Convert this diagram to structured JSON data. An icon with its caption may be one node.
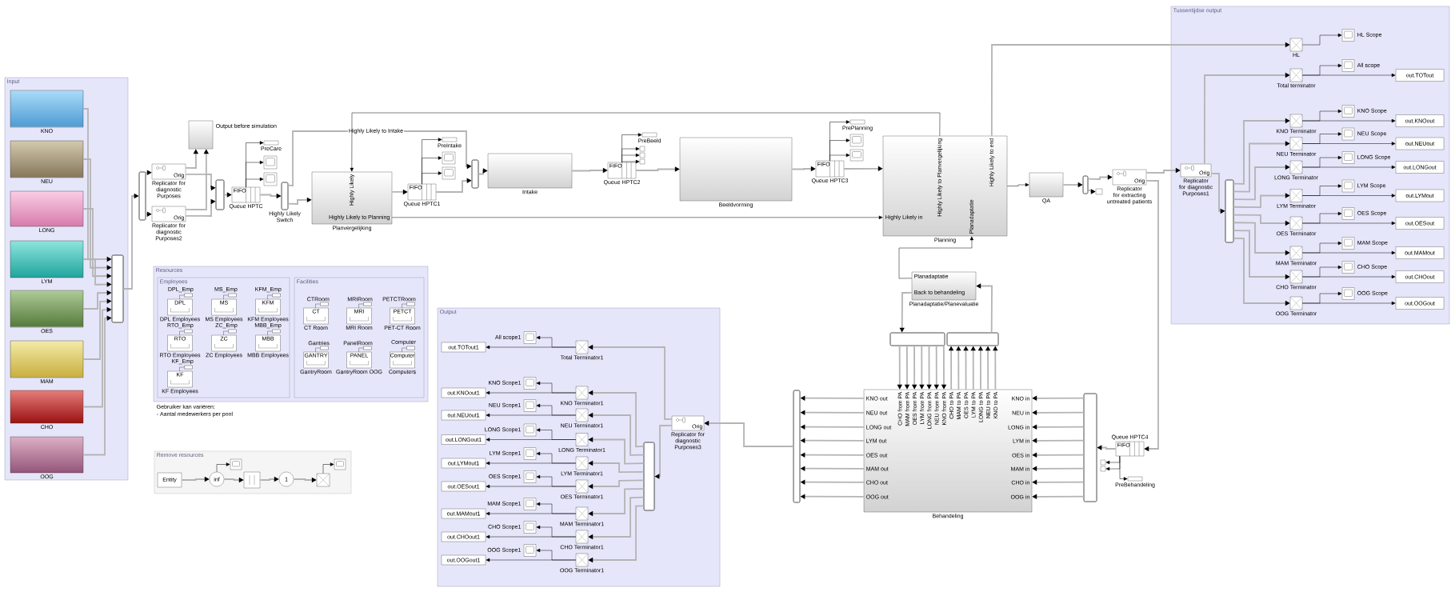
{
  "diagram": {
    "nodes": [
      {
        "text": [
          "Input"
        ]
      },
      {
        "text": [
          "KNO"
        ],
        "in": 0
      },
      {
        "text": [
          "NEU"
        ],
        "in": 0
      },
      {
        "text": [
          "LONG"
        ],
        "in": 0
      },
      {
        "text": [
          "LYM"
        ],
        "in": 0
      },
      {
        "text": [
          "OES"
        ],
        "in": 0
      },
      {
        "text": [
          "MAM"
        ],
        "in": 0
      },
      {
        "text": [
          "CHO"
        ],
        "in": 0
      },
      {
        "text": [
          "OOG"
        ],
        "in": 0
      },
      {
        "text": [],
        "shape": "bar",
        "in": 0
      },
      {
        "text": [],
        "shape": "bar"
      },
      {
        "text": [
          "Orig",
          "Replicator for diagnostic Purposes"
        ]
      },
      {
        "text": [
          "Orig",
          "Replicator for diagnostic Purposes2"
        ]
      },
      {
        "text": [
          "Output before simulation"
        ]
      },
      {
        "text": [],
        "shape": "bar"
      },
      {
        "text": [
          "FIFO",
          "Queue HPTC"
        ]
      },
      {
        "text": [
          "PreCare"
        ]
      },
      {
        "text": [],
        "shape": "box"
      },
      {
        "text": [],
        "shape": "box"
      },
      {
        "text": [
          "Highly Likely Switch"
        ]
      },
      {
        "text": [
          "Highly Likely",
          "Highly Likely to Planning",
          "Planvergelijking"
        ]
      },
      {
        "text": [
          "FIFO",
          "Queue HPTC1"
        ]
      },
      {
        "text": [
          "PreIntake"
        ]
      },
      {
        "text": [],
        "shape": "box"
      },
      {
        "text": [],
        "shape": "box"
      },
      {
        "text": [],
        "shape": "bar"
      },
      {
        "text": [
          "Intake"
        ]
      },
      {
        "text": [
          "FIFO",
          "Queue HPTC2"
        ]
      },
      {
        "text": [
          "PreBeeld"
        ]
      },
      {
        "text": [
          "Beeldvorming"
        ]
      },
      {
        "text": [
          "FIFO",
          "Queue HPTC3"
        ]
      },
      {
        "text": [
          "PrePlanning"
        ]
      },
      {
        "text": [],
        "shape": "box"
      },
      {
        "text": [],
        "shape": "box"
      },
      {
        "text": [
          "Highly Likely to Planvergelijking",
          "Highly Likely to end",
          "Highly Likely in",
          "Planadaptatie",
          "Planning"
        ]
      },
      {
        "text": [
          "QA"
        ]
      },
      {
        "text": [],
        "shape": "bar"
      },
      {
        "text": [],
        "shape": "box"
      },
      {
        "text": [
          "Orig",
          "Replicator for extracting untreated patients"
        ]
      },
      {
        "text": [
          "Planadaptatie",
          "Back to behandeling",
          "Planadaptatie/Planevaluatie"
        ]
      },
      {
        "text": [],
        "shape": "bar"
      },
      {
        "text": [],
        "shape": "bar"
      },
      {
        "text": [
          "CHO from PA",
          "MAM from PA",
          "OES from PA",
          "LYM from PA",
          "LONG from PA",
          "NEU from PA",
          "KNO from PA",
          "CHO to PA",
          "MAM to PA",
          "OES to PA",
          "LYM to PA",
          "LONG to PA",
          "NEU to PA",
          "KNO to PA",
          "KNO out",
          "NEU out",
          "LONG out",
          "LYM out",
          "OES out",
          "MAM out",
          "CHO out",
          "OOG out",
          "KNO in",
          "NEU in",
          "LONG in",
          "LYM in",
          "OES in",
          "MAM in",
          "CHO in",
          "OOG in",
          "Behandeling"
        ]
      },
      {
        "text": [],
        "shape": "bar"
      },
      {
        "text": [],
        "shape": "bar"
      },
      {
        "text": [
          "Queue HPTC4",
          "FIFO"
        ]
      },
      {
        "text": [
          "PreBehandeling"
        ]
      },
      {
        "text": [
          "Tussentijdse output"
        ]
      },
      {
        "text": [
          "Orig",
          "Replicator for diagnostic Purposes1"
        ],
        "in": 47
      },
      {
        "text": [],
        "shape": "bar",
        "in": 47
      },
      {
        "text": [
          "HL"
        ],
        "in": 47
      },
      {
        "text": [
          "Total terminator"
        ],
        "in": 47
      },
      {
        "text": [
          "KNO Terminator"
        ],
        "in": 47
      },
      {
        "text": [
          "NEU Terminator"
        ],
        "in": 47
      },
      {
        "text": [
          "LONG Terminator"
        ],
        "in": 47
      },
      {
        "text": [
          "LYM Terminator"
        ],
        "in": 47
      },
      {
        "text": [
          "OES Terminator"
        ],
        "in": 47
      },
      {
        "text": [
          "MAM Terminator"
        ],
        "in": 47
      },
      {
        "text": [
          "CHO Terminator"
        ],
        "in": 47
      },
      {
        "text": [
          "OOG Terminator"
        ],
        "in": 47
      },
      {
        "text": [
          "HL Scope"
        ],
        "in": 47
      },
      {
        "text": [
          "All scope"
        ],
        "in": 47
      },
      {
        "text": [
          "KNO Scope"
        ],
        "in": 47
      },
      {
        "text": [
          "NEU Scope"
        ],
        "in": 47
      },
      {
        "text": [
          "LONG Scope"
        ],
        "in": 47
      },
      {
        "text": [
          "LYM Scope"
        ],
        "in": 47
      },
      {
        "text": [
          "OES Scope"
        ],
        "in": 47
      },
      {
        "text": [
          "MAM Scope"
        ],
        "in": 47
      },
      {
        "text": [
          "CHO Scope"
        ],
        "in": 47
      },
      {
        "text": [
          "OOG Scope"
        ],
        "in": 47
      },
      {
        "text": [
          "out.TOTout"
        ],
        "in": 47
      },
      {
        "text": [
          "out.KNOout"
        ],
        "in": 47
      },
      {
        "text": [
          "out.NEUout"
        ],
        "in": 47
      },
      {
        "text": [
          "out.LONGout"
        ],
        "in": 47
      },
      {
        "text": [
          "out.LYMout"
        ],
        "in": 47
      },
      {
        "text": [
          "out.OESout"
        ],
        "in": 47
      },
      {
        "text": [
          "out.MAMout"
        ],
        "in": 47
      },
      {
        "text": [
          "out.CHOout"
        ],
        "in": 47
      },
      {
        "text": [
          "out.OOGout"
        ],
        "in": 47
      },
      {
        "text": [
          "Output"
        ]
      },
      {
        "text": [
          "Orig",
          "Replicator for diagnostic Purposes3"
        ],
        "in": 79
      },
      {
        "text": [],
        "shape": "bar",
        "in": 79
      },
      {
        "text": [
          "Total Terminator1"
        ],
        "in": 79
      },
      {
        "text": [
          "KNO Terminator1"
        ],
        "in": 79
      },
      {
        "text": [
          "NEU Terminator1"
        ],
        "in": 79
      },
      {
        "text": [
          "LONG Terminator1"
        ],
        "in": 79
      },
      {
        "text": [
          "LYM Terminator1"
        ],
        "in": 79
      },
      {
        "text": [
          "OES Terminator1"
        ],
        "in": 79
      },
      {
        "text": [
          "MAM Terminator1"
        ],
        "in": 79
      },
      {
        "text": [
          "CHO Terminator1"
        ],
        "in": 79
      },
      {
        "text": [
          "OOG Terminator1"
        ],
        "in": 79
      },
      {
        "text": [
          "All scope1"
        ],
        "in": 79
      },
      {
        "text": [
          "KNO Scope1"
        ],
        "in": 79
      },
      {
        "text": [
          "NEU Scope1"
        ],
        "in": 79
      },
      {
        "text": [
          "LONG Scope1"
        ],
        "in": 79
      },
      {
        "text": [
          "LYM Scope1"
        ],
        "in": 79
      },
      {
        "text": [
          "OES Scope1"
        ],
        "in": 79
      },
      {
        "text": [
          "MAM Scope1"
        ],
        "in": 79
      },
      {
        "text": [
          "CHO Scope1"
        ],
        "in": 79
      },
      {
        "text": [
          "OOG Scope1"
        ],
        "in": 79
      },
      {
        "text": [
          "out.TOTout1"
        ],
        "in": 79
      },
      {
        "text": [
          "out.KNOout1"
        ],
        "in": 79
      },
      {
        "text": [
          "out.NEUout1"
        ],
        "in": 79
      },
      {
        "text": [
          "out.LONGout1"
        ],
        "in": 79
      },
      {
        "text": [
          "out.LYMout1"
        ],
        "in": 79
      },
      {
        "text": [
          "out.OESout1"
        ],
        "in": 79
      },
      {
        "text": [
          "out.MAMout1"
        ],
        "in": 79
      },
      {
        "text": [
          "out.CHOout1"
        ],
        "in": 79
      },
      {
        "text": [
          "out.OOGout1"
        ],
        "in": 79
      },
      {
        "text": [
          "Resources"
        ]
      },
      {
        "text": [
          "Employees"
        ],
        "in": 109
      },
      {
        "text": [
          "Facilities"
        ],
        "in": 109
      },
      {
        "text": [
          "DPL_Emp",
          "DPL",
          "DPL Employees"
        ],
        "in": 110
      },
      {
        "text": [
          "MS_Emp",
          "MS",
          "MS Employees"
        ],
        "in": 110
      },
      {
        "text": [
          "KFM_Emp",
          "KFM",
          "KFM Employees"
        ],
        "in": 110
      },
      {
        "text": [
          "RTO_Emp",
          "RTO",
          "RTO Employees"
        ],
        "in": 110
      },
      {
        "text": [
          "ZC_Emp",
          "ZC",
          "ZC Employees"
        ],
        "in": 110
      },
      {
        "text": [
          "MBB_Emp",
          "MBB",
          "MBB Employees"
        ],
        "in": 110
      },
      {
        "text": [
          "KF_Emp",
          "KF",
          "KF Employees"
        ],
        "in": 110
      },
      {
        "text": [
          "CTRoom",
          "CT",
          "CT Room"
        ],
        "in": 111
      },
      {
        "text": [
          "MRIRoom",
          "MRI",
          "MRI Room"
        ],
        "in": 111
      },
      {
        "text": [
          "PETCTRoom",
          "PETCT",
          "PET-CT Room"
        ],
        "in": 111
      },
      {
        "text": [
          "Gantries",
          "GANTRY",
          "GantryRoom"
        ],
        "in": 111
      },
      {
        "text": [
          "PanelRoom",
          "PANEL",
          "GantryRoom OOG"
        ],
        "in": 111
      },
      {
        "text": [
          "Computer",
          "Computer",
          "Computers"
        ],
        "in": 111
      },
      {
        "text": [
          "Remove resources"
        ]
      },
      {
        "text": [
          "Entity"
        ],
        "in": 125
      },
      {
        "text": [
          "inf"
        ],
        "in": 125
      },
      {
        "text": [],
        "shape": "box",
        "in": 125
      },
      {
        "text": [
          "1"
        ],
        "in": 125
      },
      {
        "text": [],
        "shape": "box",
        "in": 125
      },
      {
        "text": [],
        "shape": "box",
        "in": 125
      },
      {
        "text": [],
        "shape": "box",
        "in": 125
      },
      {
        "text": [],
        "shape": "box"
      },
      {
        "text": [],
        "shape": "box"
      },
      {
        "text": [],
        "shape": "box"
      },
      {
        "text": [],
        "shape": "box"
      },
      {
        "text": [],
        "shape": "box"
      }
    ],
    "edges": [
      {
        "from": 1,
        "to": 9,
        "arrow": "to"
      },
      {
        "from": 2,
        "to": 9,
        "arrow": "to"
      },
      {
        "from": 3,
        "to": 9,
        "arrow": "to"
      },
      {
        "from": 4,
        "to": 9,
        "arrow": "to"
      },
      {
        "from": 5,
        "to": 9,
        "arrow": "to"
      },
      {
        "from": 6,
        "to": 9,
        "arrow": "to"
      },
      {
        "from": 7,
        "to": 9,
        "arrow": "to"
      },
      {
        "from": 8,
        "to": 9,
        "arrow": "to"
      },
      {
        "from": 9,
        "to": 10,
        "arrow": "to"
      },
      {
        "from": 10,
        "to": 11,
        "arrow": "to"
      },
      {
        "from": 10,
        "to": 12,
        "arrow": "to"
      },
      {
        "from": 11,
        "to": 13,
        "arrow": "to"
      },
      {
        "from": 12,
        "to": 13,
        "arrow": "to"
      },
      {
        "from": 11,
        "to": 14,
        "arrow": "to"
      },
      {
        "from": 12,
        "to": 14,
        "arrow": "to"
      },
      {
        "from": 14,
        "to": 15,
        "arrow": "to"
      },
      {
        "from": 15,
        "to": 16,
        "arrow": "to",
        "color": "#000000"
      },
      {
        "from": 15,
        "to": 17,
        "arrow": "to",
        "color": "#000000"
      },
      {
        "from": 15,
        "to": 18,
        "arrow": "to",
        "color": "#000000"
      },
      {
        "from": 15,
        "to": 19,
        "arrow": "to"
      },
      {
        "from": 19,
        "to": 20,
        "arrow": "to"
      },
      {
        "from": 19,
        "to": 25,
        "arrow": "to",
        "label": "Highly Likely to Intake"
      },
      {
        "from": 20,
        "to": 21,
        "arrow": "to"
      },
      {
        "from": 20,
        "to": 34,
        "arrow": "to",
        "color": "#000000"
      },
      {
        "from": 34,
        "to": 20,
        "arrow": "to",
        "color": "#000000"
      },
      {
        "from": 21,
        "to": 22,
        "arrow": "to",
        "color": "#000000"
      },
      {
        "from": 21,
        "to": 23,
        "arrow": "to",
        "color": "#000000"
      },
      {
        "from": 21,
        "to": 24,
        "arrow": "to",
        "color": "#000000"
      },
      {
        "from": 21,
        "to": 25,
        "arrow": "to"
      },
      {
        "from": 25,
        "to": 26,
        "arrow": "to"
      },
      {
        "from": 26,
        "to": 27,
        "arrow": "to"
      },
      {
        "from": 27,
        "to": 28,
        "arrow": "to",
        "color": "#000000"
      },
      {
        "from": 27,
        "to": 133,
        "arrow": "to",
        "color": "#000000"
      },
      {
        "from": 27,
        "to": 134,
        "arrow": "to",
        "color": "#000000"
      },
      {
        "from": 27,
        "to": 135,
        "arrow": "to",
        "color": "#000000"
      },
      {
        "from": 27,
        "to": 29,
        "arrow": "to"
      },
      {
        "from": 29,
        "to": 30,
        "arrow": "to"
      },
      {
        "from": 30,
        "to": 31,
        "arrow": "to",
        "color": "#000000"
      },
      {
        "from": 30,
        "to": 32,
        "arrow": "to",
        "color": "#000000"
      },
      {
        "from": 30,
        "to": 33,
        "arrow": "to",
        "color": "#000000"
      },
      {
        "from": 30,
        "to": 34,
        "arrow": "to"
      },
      {
        "from": 34,
        "to": 35,
        "arrow": "to",
        "color": "#000000"
      },
      {
        "from": 35,
        "to": 36,
        "arrow": "to"
      },
      {
        "from": 36,
        "to": 37,
        "arrow": "to"
      },
      {
        "from": 36,
        "to": 38,
        "arrow": "to"
      },
      {
        "from": 34,
        "to": 50,
        "arrow": "to"
      },
      {
        "from": 38,
        "to": 48,
        "arrow": "to"
      },
      {
        "from": 38,
        "to": 45,
        "arrow": "to"
      },
      {
        "from": 45,
        "to": 46,
        "arrow": "to",
        "color": "#000000"
      },
      {
        "from": 45,
        "to": 136,
        "arrow": "to",
        "color": "#000000"
      },
      {
        "from": 45,
        "to": 137,
        "arrow": "to",
        "color": "#000000"
      },
      {
        "from": 45,
        "to": 44,
        "arrow": "to"
      },
      {
        "from": 44,
        "to": 42,
        "arrow": "to"
      },
      {
        "from": 44,
        "to": 42,
        "arrow": "to"
      },
      {
        "from": 44,
        "to": 42,
        "arrow": "to"
      },
      {
        "from": 44,
        "to": 42,
        "arrow": "to"
      },
      {
        "from": 44,
        "to": 42,
        "arrow": "to"
      },
      {
        "from": 44,
        "to": 42,
        "arrow": "to"
      },
      {
        "from": 44,
        "to": 42,
        "arrow": "to"
      },
      {
        "from": 44,
        "to": 42,
        "arrow": "to"
      },
      {
        "from": 42,
        "to": 43,
        "arrow": "to"
      },
      {
        "from": 42,
        "to": 43,
        "arrow": "to"
      },
      {
        "from": 42,
        "to": 43,
        "arrow": "to"
      },
      {
        "from": 42,
        "to": 43,
        "arrow": "to"
      },
      {
        "from": 42,
        "to": 43,
        "arrow": "to"
      },
      {
        "from": 42,
        "to": 43,
        "arrow": "to"
      },
      {
        "from": 42,
        "to": 43,
        "arrow": "to"
      },
      {
        "from": 42,
        "to": 43,
        "arrow": "to"
      },
      {
        "from": 43,
        "to": 80,
        "arrow": "to"
      },
      {
        "from": 40,
        "to": 42,
        "arrow": "to"
      },
      {
        "from": 40,
        "to": 42,
        "arrow": "to"
      },
      {
        "from": 40,
        "to": 42,
        "arrow": "to"
      },
      {
        "from": 40,
        "to": 42,
        "arrow": "to"
      },
      {
        "from": 40,
        "to": 42,
        "arrow": "to"
      },
      {
        "from": 40,
        "to": 42,
        "arrow": "to"
      },
      {
        "from": 40,
        "to": 42,
        "arrow": "to"
      },
      {
        "from": 42,
        "to": 41,
        "arrow": "to"
      },
      {
        "from": 42,
        "to": 41,
        "arrow": "to"
      },
      {
        "from": 42,
        "to": 41,
        "arrow": "to"
      },
      {
        "from": 42,
        "to": 41,
        "arrow": "to"
      },
      {
        "from": 42,
        "to": 41,
        "arrow": "to"
      },
      {
        "from": 42,
        "to": 41,
        "arrow": "to"
      },
      {
        "from": 42,
        "to": 41,
        "arrow": "to"
      },
      {
        "from": 41,
        "to": 39,
        "arrow": "to"
      },
      {
        "from": 39,
        "to": 40,
        "arrow": "to"
      },
      {
        "from": 39,
        "to": 34,
        "arrow": "to",
        "color": "#000000"
      },
      {
        "from": 80,
        "to": 82,
        "arrow": "to"
      },
      {
        "from": 80,
        "to": 81,
        "arrow": "to"
      },
      {
        "from": 81,
        "to": 83,
        "arrow": "to"
      },
      {
        "from": 81,
        "to": 84,
        "arrow": "to"
      },
      {
        "from": 81,
        "to": 85,
        "arrow": "to"
      },
      {
        "from": 81,
        "to": 86,
        "arrow": "to"
      },
      {
        "from": 81,
        "to": 87,
        "arrow": "to"
      },
      {
        "from": 81,
        "to": 88,
        "arrow": "to"
      },
      {
        "from": 81,
        "to": 89,
        "arrow": "to"
      },
      {
        "from": 81,
        "to": 90,
        "arrow": "to"
      },
      {
        "from": 82,
        "to": 91,
        "arrow": "to",
        "color": "#000000"
      },
      {
        "from": 82,
        "to": 100,
        "arrow": "to",
        "color": "#000000"
      },
      {
        "from": 83,
        "to": 92,
        "arrow": "to",
        "color": "#000000"
      },
      {
        "from": 83,
        "to": 101,
        "arrow": "to",
        "color": "#000000"
      },
      {
        "from": 84,
        "to": 93,
        "arrow": "to",
        "color": "#000000"
      },
      {
        "from": 84,
        "to": 102,
        "arrow": "to",
        "color": "#000000"
      },
      {
        "from": 85,
        "to": 94,
        "arrow": "to",
        "color": "#000000"
      },
      {
        "from": 85,
        "to": 103,
        "arrow": "to",
        "color": "#000000"
      },
      {
        "from": 86,
        "to": 95,
        "arrow": "to",
        "color": "#000000"
      },
      {
        "from": 86,
        "to": 104,
        "arrow": "to",
        "color": "#000000"
      },
      {
        "from": 87,
        "to": 96,
        "arrow": "to",
        "color": "#000000"
      },
      {
        "from": 87,
        "to": 105,
        "arrow": "to",
        "color": "#000000"
      },
      {
        "from": 88,
        "to": 97,
        "arrow": "to",
        "color": "#000000"
      },
      {
        "from": 88,
        "to": 106,
        "arrow": "to",
        "color": "#000000"
      },
      {
        "from": 89,
        "to": 98,
        "arrow": "to",
        "color": "#000000"
      },
      {
        "from": 89,
        "to": 107,
        "arrow": "to",
        "color": "#000000"
      },
      {
        "from": 90,
        "to": 99,
        "arrow": "to",
        "color": "#000000"
      },
      {
        "from": 90,
        "to": 108,
        "arrow": "to",
        "color": "#000000"
      },
      {
        "from": 48,
        "to": 51,
        "arrow": "to"
      },
      {
        "from": 48,
        "to": 49,
        "arrow": "to"
      },
      {
        "from": 49,
        "to": 52,
        "arrow": "to"
      },
      {
        "from": 49,
        "to": 53,
        "arrow": "to"
      },
      {
        "from": 49,
        "to": 54,
        "arrow": "to"
      },
      {
        "from": 49,
        "to": 55,
        "arrow": "to"
      },
      {
        "from": 49,
        "to": 56,
        "arrow": "to"
      },
      {
        "from": 49,
        "to": 57,
        "arrow": "to"
      },
      {
        "from": 49,
        "to": 58,
        "arrow": "to"
      },
      {
        "from": 49,
        "to": 59,
        "arrow": "to"
      },
      {
        "from": 50,
        "to": 60,
        "arrow": "to",
        "color": "#000000"
      },
      {
        "from": 51,
        "to": 61,
        "arrow": "to",
        "color": "#000000"
      },
      {
        "from": 51,
        "to": 70,
        "arrow": "to",
        "color": "#000000"
      },
      {
        "from": 52,
        "to": 62,
        "arrow": "to",
        "color": "#000000"
      },
      {
        "from": 52,
        "to": 71,
        "arrow": "to",
        "color": "#000000"
      },
      {
        "from": 53,
        "to": 63,
        "arrow": "to",
        "color": "#000000"
      },
      {
        "from": 53,
        "to": 72,
        "arrow": "to",
        "color": "#000000"
      },
      {
        "from": 54,
        "to": 64,
        "arrow": "to",
        "color": "#000000"
      },
      {
        "from": 54,
        "to": 73,
        "arrow": "to",
        "color": "#000000"
      },
      {
        "from": 55,
        "to": 65,
        "arrow": "to",
        "color": "#000000"
      },
      {
        "from": 55,
        "to": 74,
        "arrow": "to",
        "color": "#000000"
      },
      {
        "from": 56,
        "to": 66,
        "arrow": "to",
        "color": "#000000"
      },
      {
        "from": 56,
        "to": 75,
        "arrow": "to",
        "color": "#000000"
      },
      {
        "from": 57,
        "to": 67,
        "arrow": "to",
        "color": "#000000"
      },
      {
        "from": 57,
        "to": 76,
        "arrow": "to",
        "color": "#000000"
      },
      {
        "from": 58,
        "to": 68,
        "arrow": "to",
        "color": "#000000"
      },
      {
        "from": 58,
        "to": 77,
        "arrow": "to",
        "color": "#000000"
      },
      {
        "from": 59,
        "to": 69,
        "arrow": "to",
        "color": "#000000"
      },
      {
        "from": 59,
        "to": 78,
        "arrow": "to",
        "color": "#000000"
      },
      {
        "from": 126,
        "to": 127,
        "arrow": "to"
      },
      {
        "from": 127,
        "to": 128,
        "arrow": "to"
      },
      {
        "from": 128,
        "to": 129,
        "arrow": "to"
      },
      {
        "from": 129,
        "to": 130,
        "arrow": "to"
      },
      {
        "from": 127,
        "to": 131,
        "arrow": "to",
        "color": "#000000"
      },
      {
        "from": 130,
        "to": 132,
        "arrow": "to",
        "color": "#000000"
      }
    ],
    "labels": [
      "Gebruiker kan variëren:",
      "- Aantal medewerkers per pool"
    ]
  }
}
